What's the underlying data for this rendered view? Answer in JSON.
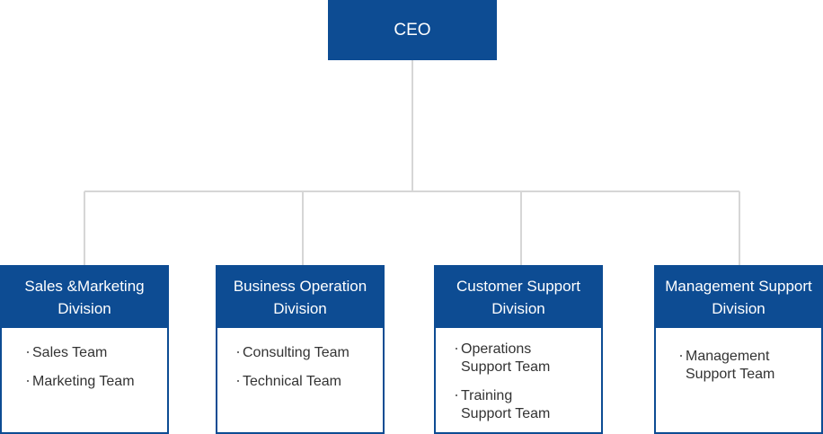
{
  "org_chart": {
    "ceo": {
      "label": "CEO"
    },
    "divisions": [
      {
        "title": "Sales &Marketing\nDivision",
        "teams": [
          "Sales Team",
          "Marketing Team"
        ]
      },
      {
        "title": "Business Operation\nDivision",
        "teams": [
          "Consulting Team",
          "Technical Team"
        ]
      },
      {
        "title": "Customer Support\nDivision",
        "teams": [
          "Operations\nSupport Team",
          "Training\nSupport Team"
        ]
      },
      {
        "title": "Management Support\nDivision",
        "teams": [
          "Management\nSupport Team"
        ]
      }
    ],
    "colors": {
      "box_fill": "#0d4c93",
      "connector": "#d6d6d6",
      "team_text": "#333333"
    }
  }
}
